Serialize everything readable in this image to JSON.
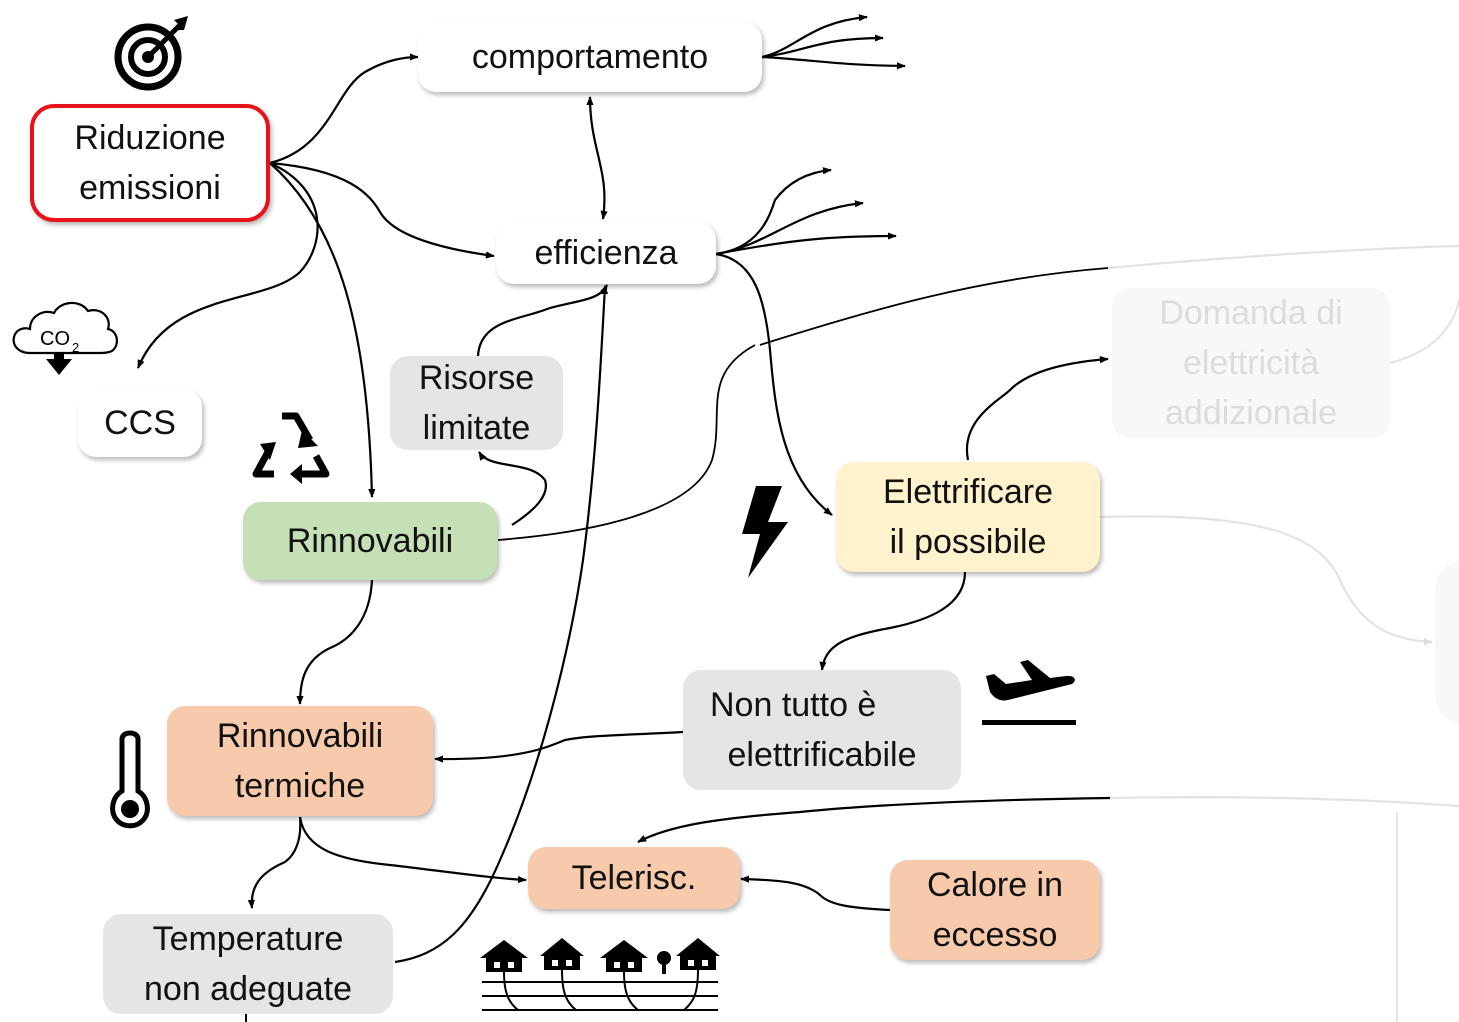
{
  "diagram": {
    "nodes": {
      "riduzione": {
        "lines": [
          "Riduzione",
          "emissioni"
        ]
      },
      "comportamento": {
        "lines": [
          "comportamento"
        ]
      },
      "efficienza": {
        "lines": [
          "efficienza"
        ]
      },
      "ccs": {
        "lines": [
          "CCS"
        ]
      },
      "risorse": {
        "lines": [
          "Risorse",
          "limitate"
        ]
      },
      "rinnovabili": {
        "lines": [
          "Rinnovabili"
        ]
      },
      "elettrificare": {
        "lines": [
          "Elettrificare",
          "il possibile"
        ]
      },
      "domanda": {
        "lines": [
          "Domanda di",
          "elettricità",
          "addizionale"
        ]
      },
      "nontutto": {
        "lines": [
          "Non tutto è",
          "elettrificabile"
        ]
      },
      "termiche": {
        "lines": [
          "Rinnovabili",
          "termiche"
        ]
      },
      "telerisc": {
        "lines": [
          "Telerisc."
        ]
      },
      "calore": {
        "lines": [
          "Calore in",
          "eccesso"
        ]
      },
      "temperature": {
        "lines": [
          "Temperature",
          "non adeguate"
        ]
      }
    },
    "co2_label": "CO",
    "co2_subscript": "2",
    "icons": [
      "target-icon",
      "co2-cloud-icon",
      "recycle-icon",
      "lightning-icon",
      "airplane-icon",
      "thermometer-icon",
      "district-heating-icon"
    ],
    "colors": {
      "highlight_border": "#e8121a",
      "renewables": "#c5dfb6",
      "thermal": "#f6caab",
      "electrify": "#fff2cc",
      "constraint": "#e5e5e5",
      "faded": "#f8f8f8"
    }
  }
}
